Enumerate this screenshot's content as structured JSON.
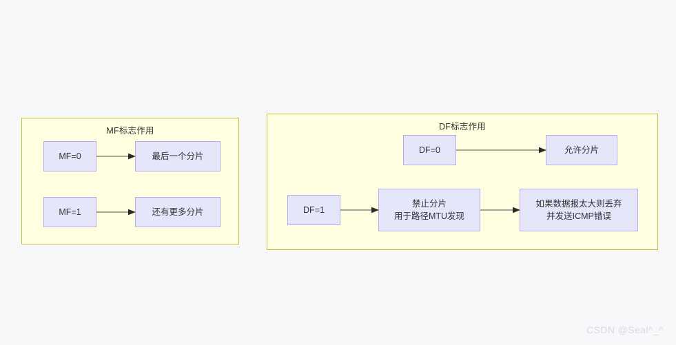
{
  "background_color": "#f7f8fa",
  "palette": {
    "group_fill": "#fffee0",
    "group_border": "#c2c23c",
    "node_fill": "#e6e6fb",
    "node_border": "#b9a9ea",
    "text": "#333333",
    "arrow": "#4d4d4d",
    "watermark": "#d7dade"
  },
  "groups": [
    {
      "id": "mf",
      "title": "MF标志作用",
      "nodes": [
        {
          "id": "mf0",
          "label": "MF=0"
        },
        {
          "id": "mf0_out",
          "label": "最后一个分片"
        },
        {
          "id": "mf1",
          "label": "MF=1"
        },
        {
          "id": "mf1_out",
          "label": "还有更多分片"
        }
      ]
    },
    {
      "id": "df",
      "title": "DF标志作用",
      "nodes": [
        {
          "id": "df0",
          "label": "DF=0"
        },
        {
          "id": "df0_out",
          "label": "允许分片"
        },
        {
          "id": "df1",
          "label": "DF=1"
        },
        {
          "id": "df1_out",
          "line1": "禁止分片",
          "line2": "用于路径MTU发现"
        },
        {
          "id": "df1_out2",
          "line1": "如果数据报太大则丢弃",
          "line2": "并发送ICMP错误"
        }
      ]
    }
  ],
  "watermark": "CSDN @Seal^_^"
}
